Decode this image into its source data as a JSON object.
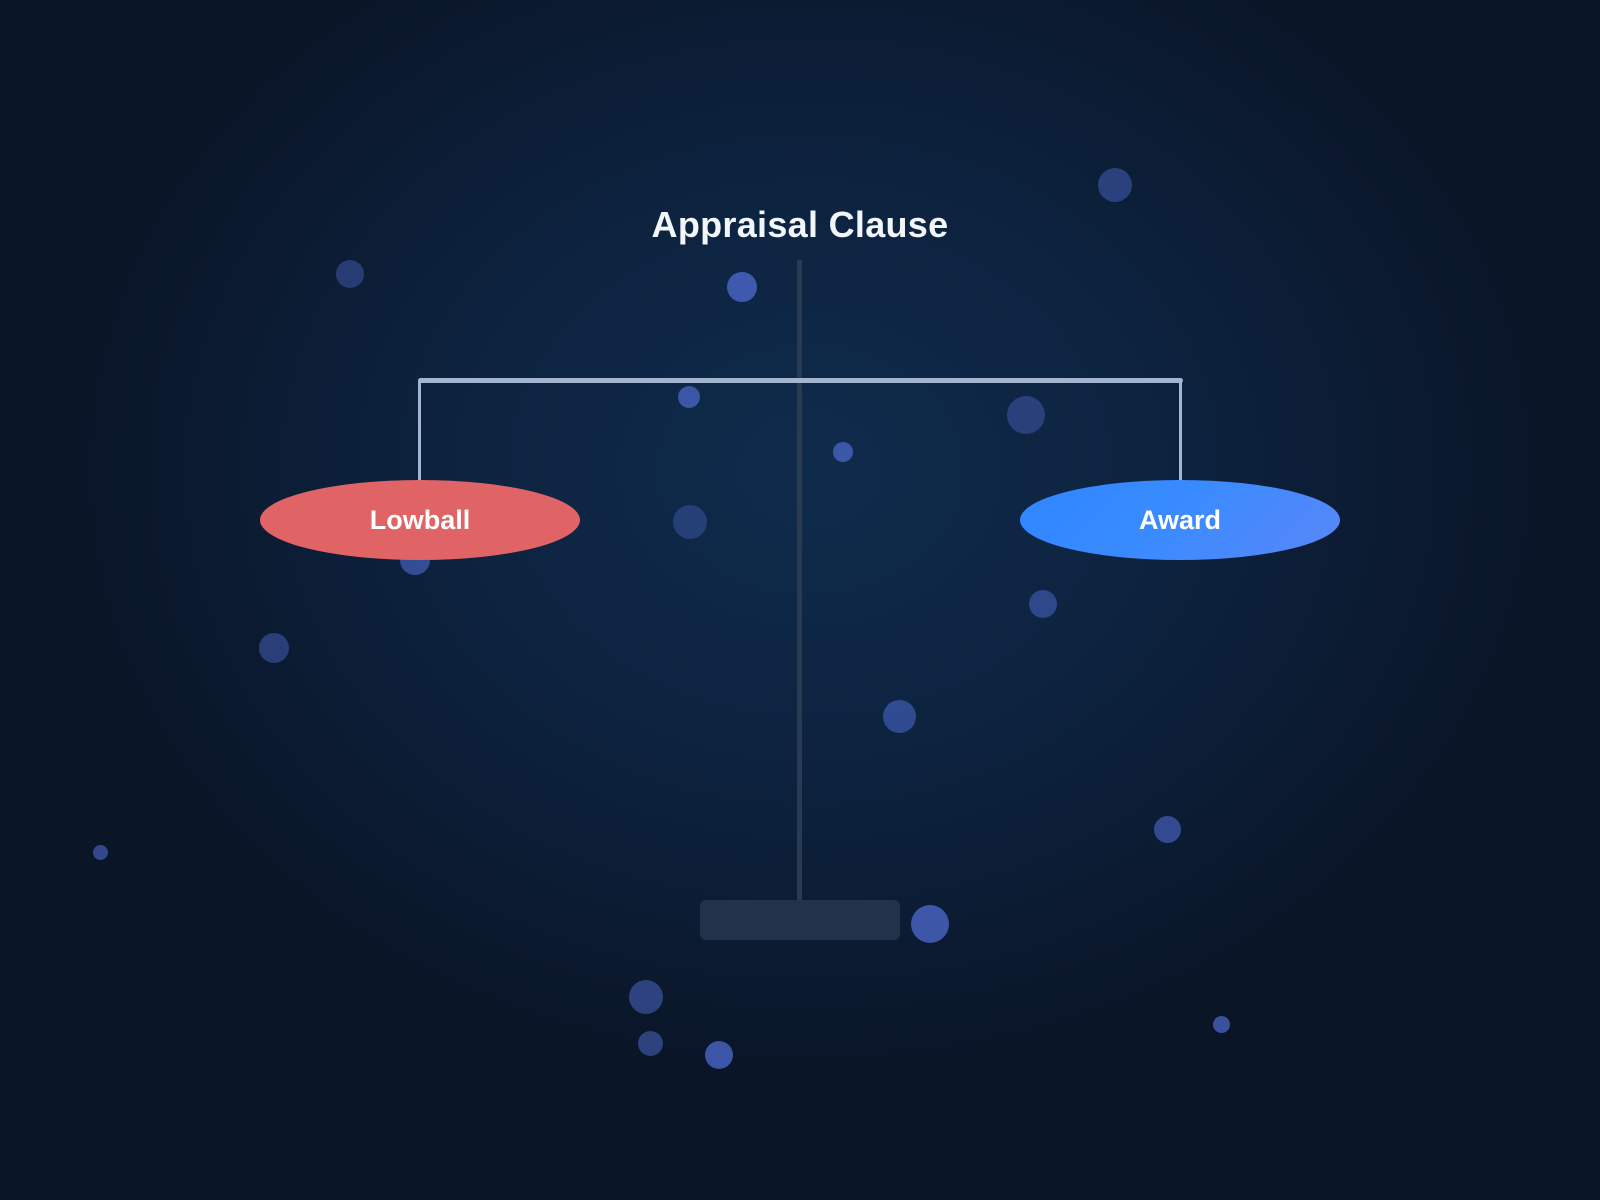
{
  "diagram": {
    "title": "Appraisal Clause",
    "type": "balance-scale",
    "left_pan": {
      "label": "Lowball",
      "color": "#e06466"
    },
    "right_pan": {
      "label": "Award",
      "color": "#3b8bff"
    },
    "beam_color": "#a3b6d1",
    "pole_color": "#2a3a50",
    "base_color": "#22324a",
    "background": {
      "center": "#0f2b4c",
      "edge": "#0a1526"
    },
    "particle_color": "#4f6bd0"
  }
}
